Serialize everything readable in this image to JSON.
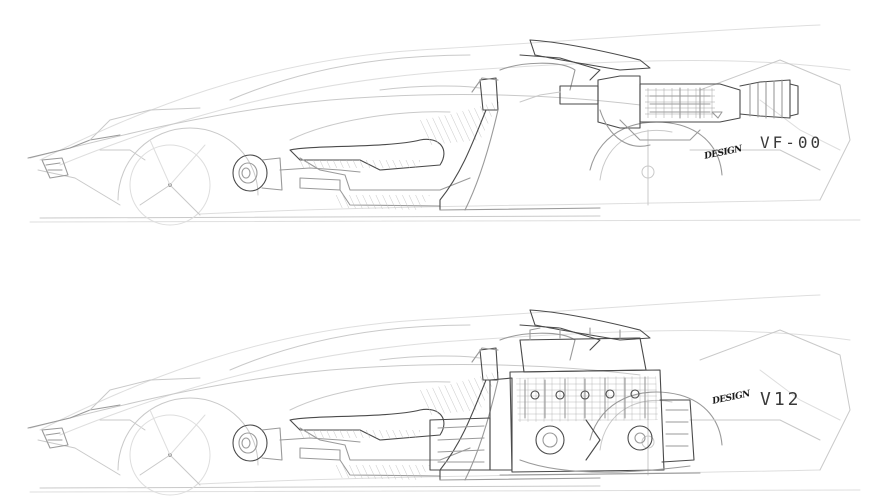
{
  "concepts": [
    {
      "engine_label": "VF-00",
      "logo_text": "DESIGN"
    },
    {
      "engine_label": "V12",
      "logo_text": "DESIGN"
    }
  ]
}
